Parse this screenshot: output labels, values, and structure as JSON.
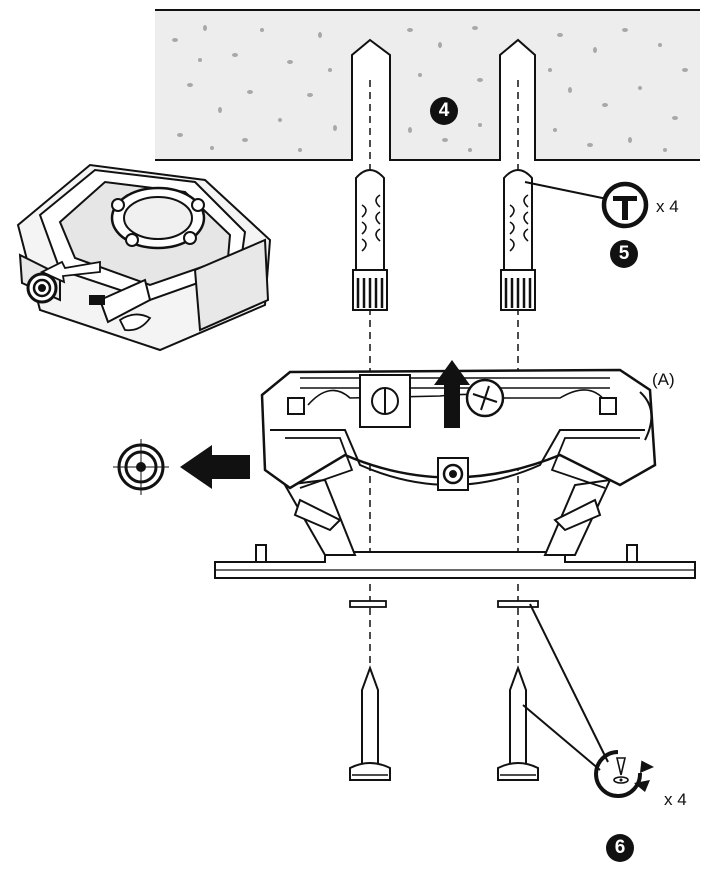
{
  "steps": {
    "step4": "4",
    "step5": "5",
    "step6": "6"
  },
  "labels": {
    "part_a": "(A)",
    "anchor_qty": "x 4",
    "screw_qty": "x 4"
  },
  "icons": {
    "hammer_tool": "hammer-icon",
    "screwdriver_tool": "screwdriver-rotate-icon",
    "lock_target": "lock-target-icon",
    "phillips_screw": "phillips-screw-icon"
  },
  "colors": {
    "line": "#111111",
    "wall_fill": "#ececec",
    "speckle": "#a9a9a9",
    "badge": "#111111"
  }
}
